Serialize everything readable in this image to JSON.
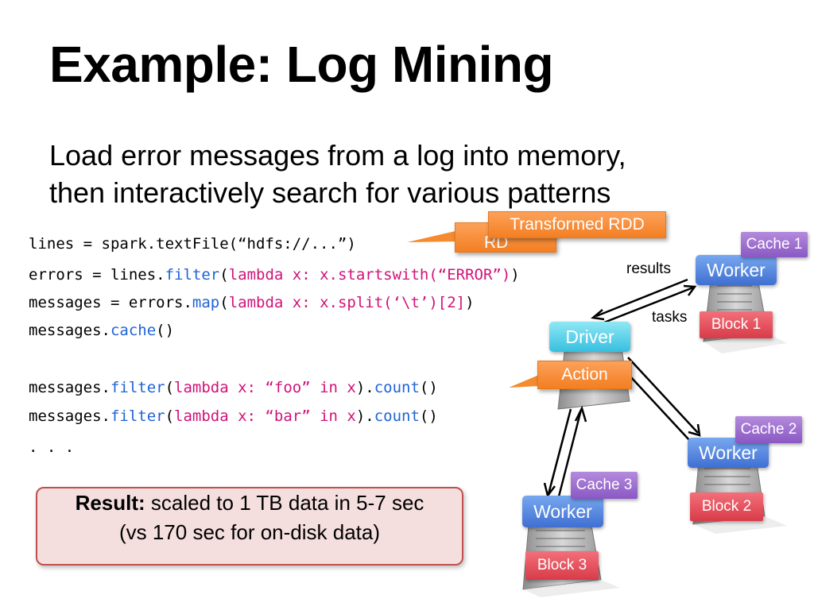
{
  "slide": {
    "title": "Example: Log Mining",
    "subtitle_line1": "Load error messages from a log into memory,",
    "subtitle_line2": "then interactively search for various patterns"
  },
  "code": {
    "l1": "lines = spark.textFile(“hdfs://...”)",
    "l2_a": "errors = lines.",
    "l2_kw": "filter",
    "l2_p1": "(",
    "l2_lam": "lambda x: x.startswith(“ERROR”)",
    "l2_p2": ")",
    "l3_a": "messages = errors.",
    "l3_kw": "map",
    "l3_p1": "(",
    "l3_lam": "lambda x: x.split(‘\\t’)[2]",
    "l3_p2": ")",
    "l4_a": "messages.",
    "l4_kw": "cache",
    "l4_p": "()",
    "l5_a": "messages.",
    "l5_kw": "filter",
    "l5_p1": "(",
    "l5_lam": "lambda x: “foo” in x",
    "l5_p2": ").",
    "l5_kw2": "count",
    "l5_p3": "()",
    "l6_a": "messages.",
    "l6_kw": "filter",
    "l6_p1": "(",
    "l6_lam": "lambda x: “bar” in x",
    "l6_p2": ").",
    "l6_kw2": "count",
    "l6_p3": "()",
    "l7": ". . ."
  },
  "callouts": {
    "transformed": "Transformed RDD",
    "hidden_fragment": "RD",
    "action": "Action"
  },
  "result": {
    "bold": "Result:",
    "text1": " scaled to 1 TB data in 5-7 sec",
    "text2": "(vs 170 sec for on-disk data)"
  },
  "diagram": {
    "driver": "Driver",
    "worker": "Worker",
    "cache1": "Cache 1",
    "cache2": "Cache 2",
    "cache3": "Cache 3",
    "block1": "Block 1",
    "block2": "Block 2",
    "block3": "Block 3",
    "results": "results",
    "tasks": "tasks"
  },
  "colors": {
    "keyword": "#1f63d6",
    "lambda": "#d0137a",
    "callout": "#f58a2e",
    "driver": "#37bfe0",
    "worker": "#3f6fd1",
    "cache": "#8a58c4",
    "block": "#d83b48",
    "result_border": "#c0504d",
    "result_fill": "#f5dede"
  }
}
